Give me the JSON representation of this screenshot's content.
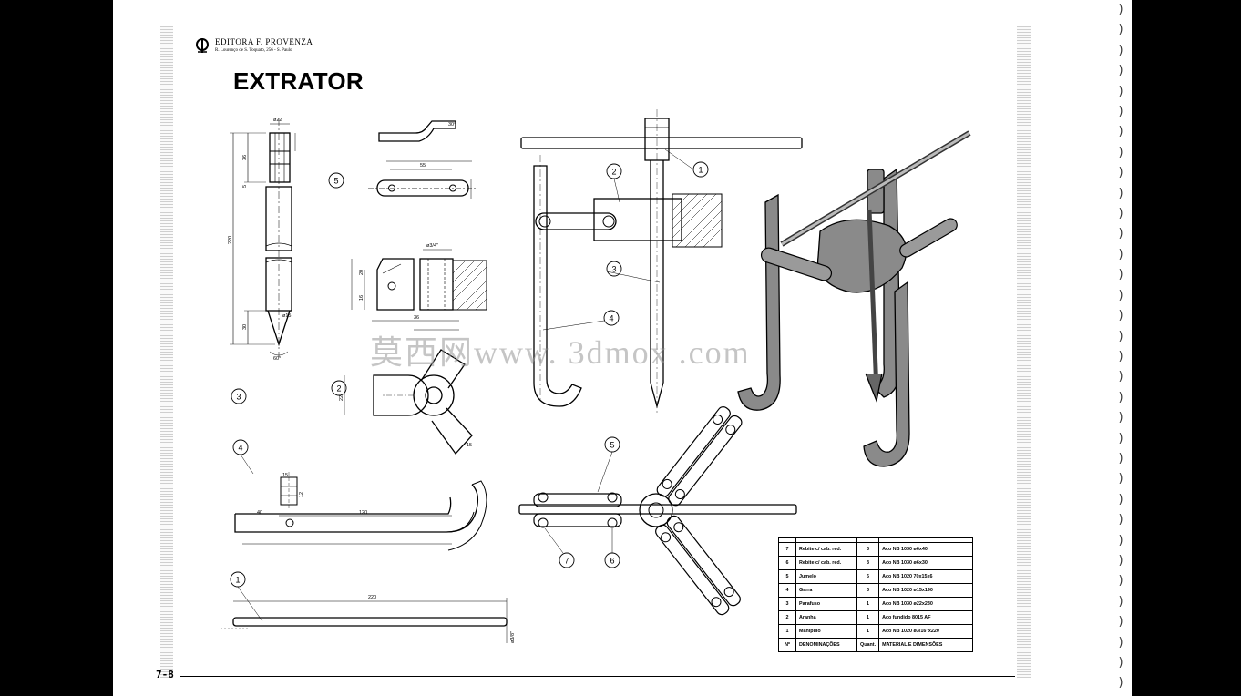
{
  "header": {
    "publisher": "EDITORA F. PROVENZA",
    "address": "R. Lourenço de S. Toquato, 256 - S. Paulo"
  },
  "title": "EXTRATOR",
  "callouts": {
    "c1": "1",
    "c2": "2",
    "c3": "3",
    "c4": "4",
    "c5": "5",
    "c6": "6",
    "c7": "7"
  },
  "dimensions": {
    "d_diam22": "ø22",
    "d_36": "36",
    "d_5": "5",
    "d_220": "220",
    "d_30": "30",
    "d_diam15": "ø15",
    "d_60deg": "60°",
    "d_30deg": "30°",
    "d_55": "55",
    "d_diam3_4": "ø3/4\"",
    "d_36b": "36",
    "d_20": "20",
    "d_16": "16",
    "d_22": "22",
    "d_15": "15",
    "d_12": "12",
    "d_120": "120",
    "d_40": "40",
    "d_220b": "220",
    "d_diam3_8": "ø3/8\""
  },
  "parts_table": {
    "rows": [
      {
        "no": "7",
        "denomination": "Rebite c/ cab. red.",
        "qty": "3",
        "material": "Aço NB 1030  ø6x40"
      },
      {
        "no": "6",
        "denomination": "Rebite c/ cab. red.",
        "qty": "3",
        "material": "Aço NB 1030  ø6x30"
      },
      {
        "no": "5",
        "denomination": "Jumelo",
        "qty": "6",
        "material": "Aço NB 1020  70x15x6"
      },
      {
        "no": "4",
        "denomination": "Garra",
        "qty": "3",
        "material": "Aço NB 1020  ø15x190"
      },
      {
        "no": "3",
        "denomination": "Parafuso",
        "qty": "1",
        "material": "Aço NB 1030  ø22x230"
      },
      {
        "no": "2",
        "denomination": "Aranha",
        "qty": "1",
        "material": "Aço fundido 8015 AF"
      },
      {
        "no": "1",
        "denomination": "Manípulo",
        "qty": "1",
        "material": "Aço NB 1020  ø3/16\"x220"
      }
    ],
    "header": {
      "no": "Nº",
      "denomination": "DENOMINAÇÕES",
      "qty": "Quant.",
      "material": "MATERIAL E DIMENSÕES"
    }
  },
  "page_number": "7-8",
  "watermark": "莫西网www. 3dmox .com",
  "edge_marks": ")\n)\n)\n)\n)\n)\n)\n)\n)\n)\n)\n)\n)\n)\n)\n)\n)\n)\n)\n)\n)\n)\n)\n)\n)\n)\n)\n)\n)\n)\n)\n)\n)\n)"
}
